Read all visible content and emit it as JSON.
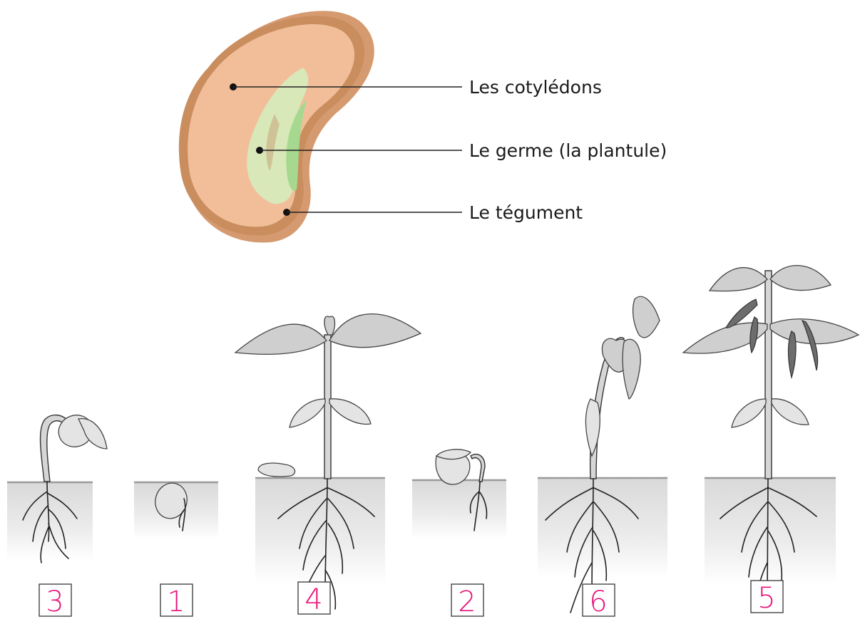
{
  "seed_diagram": {
    "labels": [
      "Les cotylédons",
      "Le germe (la plantule)",
      "Le tégument"
    ],
    "colors": {
      "seed_outer": "#c98d5e",
      "seed_inner": "#f2be9a",
      "germ_light": "#d8e8b8",
      "germ_dark": "#a6d98f"
    }
  },
  "stages": [
    {
      "number": "3"
    },
    {
      "number": "1"
    },
    {
      "number": "4"
    },
    {
      "number": "2"
    },
    {
      "number": "6"
    },
    {
      "number": "5"
    }
  ]
}
